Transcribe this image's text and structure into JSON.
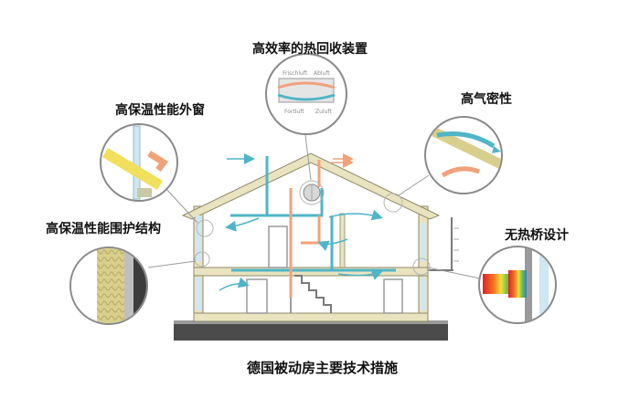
{
  "labels": {
    "heat_recovery": "高效率的热回收装置",
    "windows": "高保温性能外窗",
    "airtight": "高气密性",
    "envelope": "高保温性能围护结构",
    "thermal_bridge": "无热桥设计",
    "caption": "德国被动房主要技术措施"
  },
  "hrv_unit_text": {
    "fresh": "Frischluft",
    "exhaust": "Abluft",
    "outdoor": "Fortluft",
    "supply": "Zuluft"
  },
  "colors": {
    "wall": "#e9e3bf",
    "wall_edge": "#8e8a6a",
    "window_blue": "#cfe7f2",
    "supply_duct": "#4fb5c7",
    "exhaust_duct": "#f1a27a",
    "floor_dark": "#4b4b4b",
    "callout_edge": "#8a8a8a"
  }
}
